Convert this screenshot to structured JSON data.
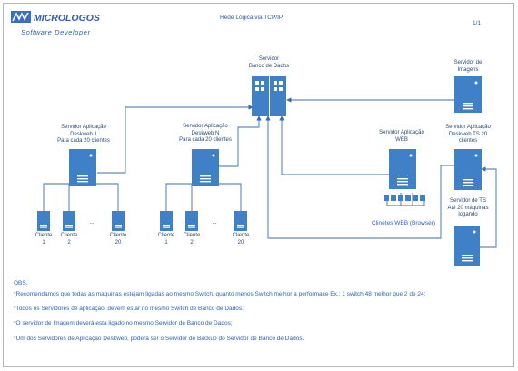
{
  "logo": {
    "brand": "MICROLOGOS",
    "tagline": "Software Developer"
  },
  "header": {
    "title": "Rede Lógica via TCP/IP",
    "page": "1/1"
  },
  "nodes": {
    "db_server": "Servidor\nBanco de Dados",
    "image_server": "Servidor de\nImagens",
    "app1": "Servidor Aplicação\nDeskweb 1\nPara cada 20 clientes",
    "appN": "Servidor Aplicação\nDeskweb N\nPara cada 20 clientes",
    "web_app": "Servidor Aplicação\nWEB",
    "ts_app": "Servidor Aplicação\nDeskweb TS 20\nclientes",
    "ts_server": "Servidor de TS\nAté 20 máquinas\nlogando",
    "web_clients": "Clinetes WEB (Browser)"
  },
  "clients_group1": [
    "Cliente\n1",
    "Cliente\n2",
    "Cliente\n20"
  ],
  "clients_groupN": [
    "Cliente\n1",
    "Cliente\n2",
    "Cliente\n20"
  ],
  "ellipsis": "...",
  "notes": {
    "heading": "OBS.",
    "lines": [
      "*Recomendamos que todas as maquinas estejam ligadas ao mesmo Switch, quanto menos Switch melhor a performace Ex.: 1 switch 48 melhor que 2 de 24;",
      "*Todos os Servidores de aplicação, devem estar no mesmo Switch de Banco de Dados;",
      "*O servidor de Imagem deverá esta ligado no mesmo Servidor de Banco de Dados;",
      "*Um  dos Servidores de Aplicação Deskweb, poderá ser o Servidor de Backup do Servidor de Banco de Dados."
    ]
  },
  "colors": {
    "server": "#3f80c6",
    "line": "#3c6ea8",
    "text": "#2c4a73",
    "notes": "#2e63b6"
  }
}
